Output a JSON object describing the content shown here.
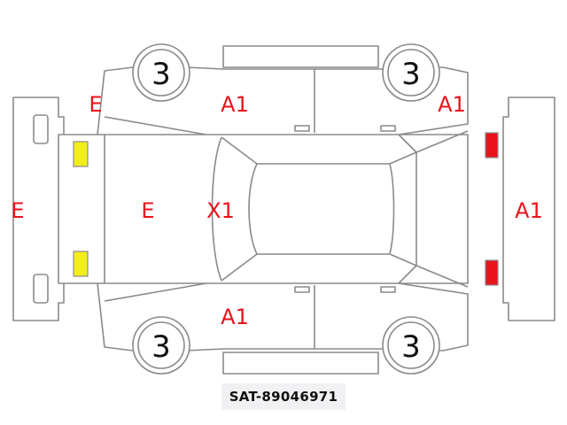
{
  "marks": {
    "front_bumper_left": "E",
    "front_left_fender": "E",
    "hood": "E",
    "windshield": "X1",
    "front_left_door": "A1",
    "rear_left_quarter": "A1",
    "rear_bumper_right": "A1",
    "front_right_door": "A1"
  },
  "tires": {
    "top_left": "3",
    "top_right": "3",
    "bottom_left": "3",
    "bottom_right": "3"
  },
  "lamps": {
    "front_color": "#f2ee1a",
    "rear_color": "#e8131b"
  },
  "stock_number": "SAT-89046971"
}
